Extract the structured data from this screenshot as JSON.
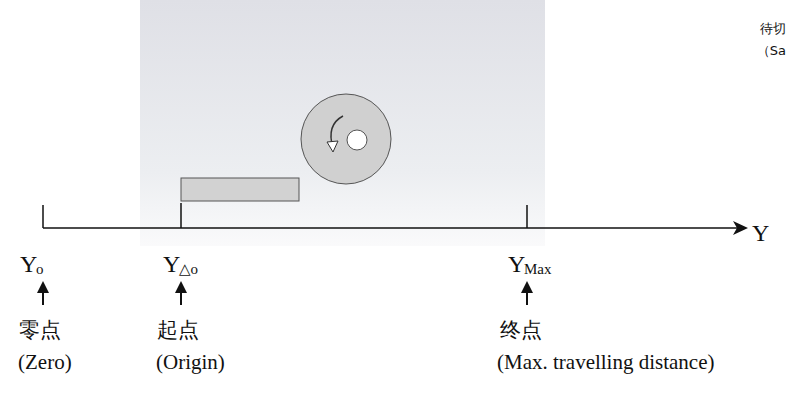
{
  "diagram": {
    "labels": [
      "待切",
      "（Sa",
      "Y",
      "Y",
      "o",
      "Y",
      "△o",
      "Y",
      "Max",
      "零点",
      "起点",
      "终点",
      "(Zero)",
      "(Origin)",
      "(Max. travelling distance)"
    ]
  }
}
